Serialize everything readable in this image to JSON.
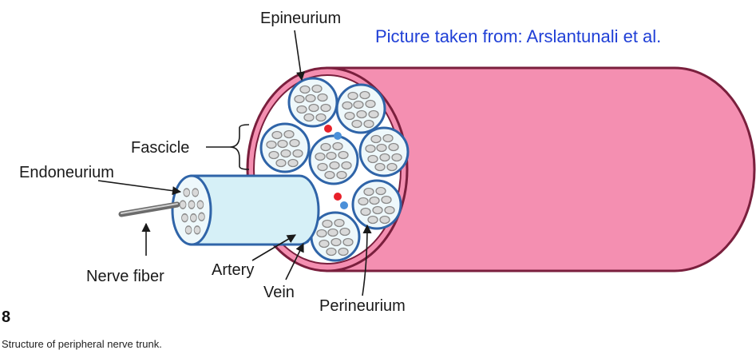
{
  "credit": "Picture taken from: Arslantunali et al.",
  "figure_number": "8",
  "caption": "Structure of peripheral nerve trunk.",
  "labels": {
    "epineurium": "Epineurium",
    "fascicle": "Fascicle",
    "endoneurium": "Endoneurium",
    "nerve_fiber": "Nerve fiber",
    "artery": "Artery",
    "vein": "Vein",
    "perineurium": "Perineurium"
  },
  "colors": {
    "trunk_pink": "#f48fb1",
    "trunk_outline": "#7a1f3d",
    "fascicle_outline": "#2f64a8",
    "fascicle_fill": "#eef8fb",
    "fiber_fill": "#d9d9d9",
    "artery": "#e8202a",
    "vein": "#4a90d9",
    "credit_text": "#1f3fd6"
  }
}
